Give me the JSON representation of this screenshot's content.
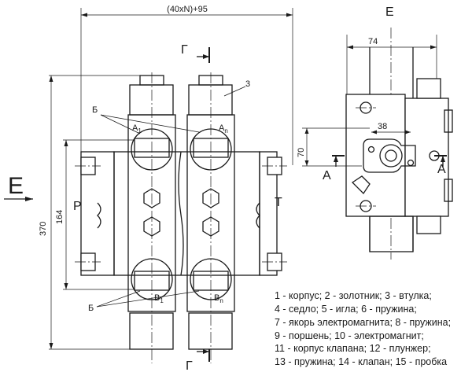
{
  "dimensions": {
    "total_width": "(40xN)+95",
    "height_370": "370",
    "height_164": "164",
    "width_74": "74",
    "width_38": "38",
    "height_70": "70"
  },
  "labels": {
    "view_e_top": "E",
    "view_e_arrow": "E",
    "section_g_top": "Г",
    "section_g_bottom": "Г",
    "section_a_left": "A",
    "section_a_right": "A",
    "port_p": "P",
    "port_t": "T",
    "item_3": "3",
    "b_top": "Б",
    "b_bottom": "Б",
    "a1_main": "A",
    "a1_sub": "1",
    "an_main": "A",
    "an_sub": "n",
    "b1_main": "B",
    "b1_sub": "1",
    "bn_main": "B",
    "bn_sub": "n"
  },
  "legend": [
    "1 - корпус; 2 - золотник; 3 - втулка;",
    "4 - седло; 5 - игла; 6 - пружина;",
    "7 - якорь электромагнита; 8 - пружина;",
    "9 - поршень; 10 - электромагнит;",
    "11 - корпус клапана; 12 - плунжер;",
    "13 - пружина; 14 - клапан; 15 - пробка"
  ]
}
